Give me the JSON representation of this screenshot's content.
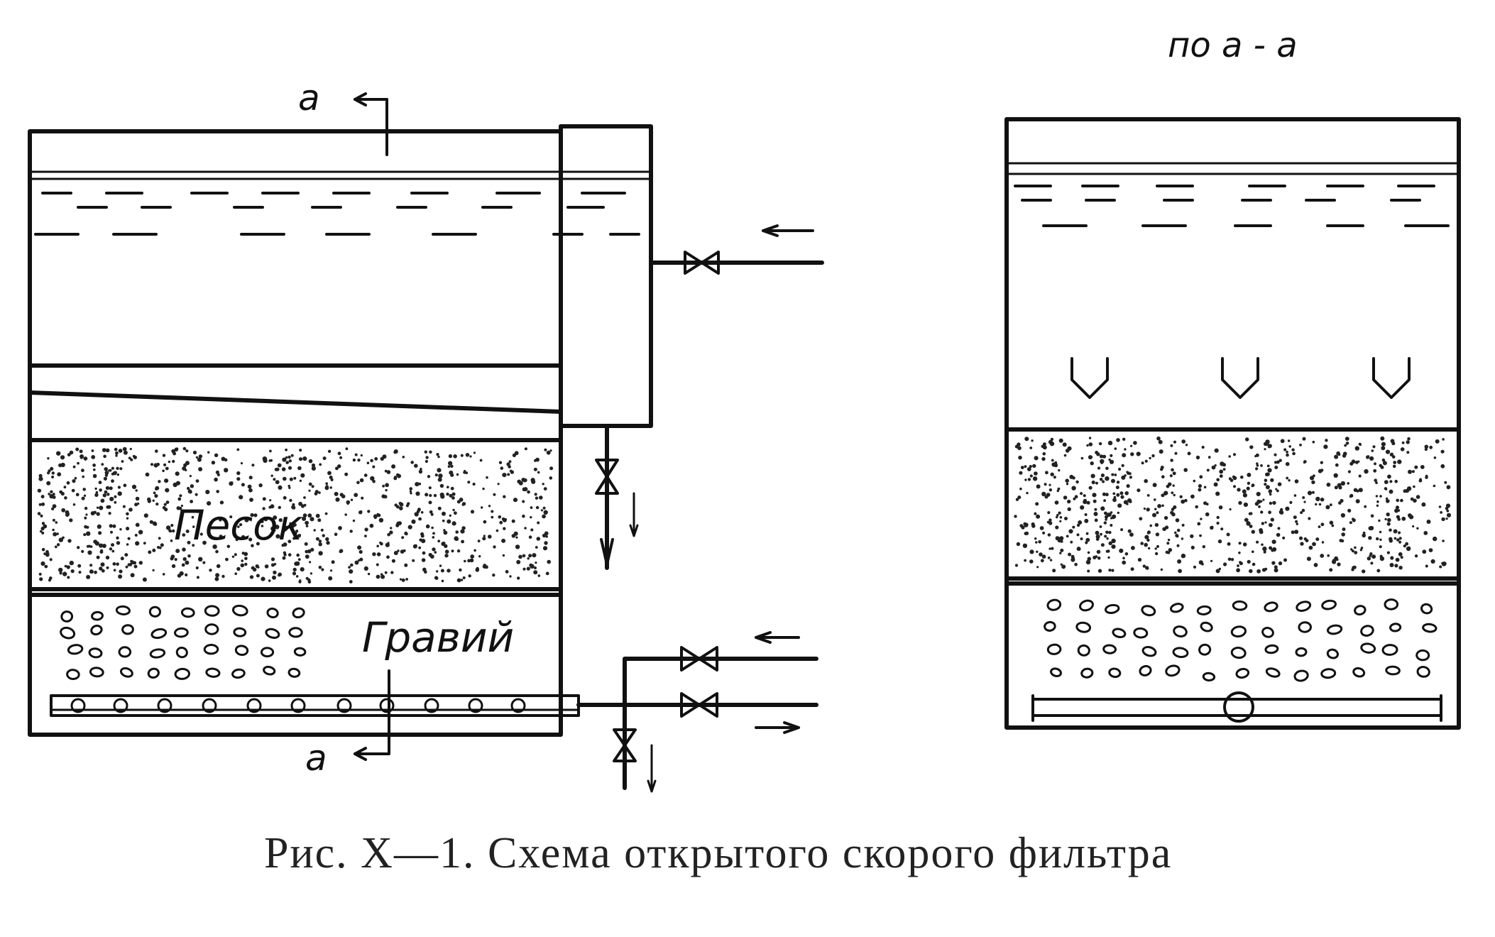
{
  "figure": {
    "caption": "Рис. X—1.  Схема открытого скорого фильтра",
    "section_title": "по  а - а",
    "labels": {
      "sand": "Песок",
      "gravel": "Гравий",
      "section_mark_top": "а",
      "section_mark_bottom": "а"
    }
  }
}
